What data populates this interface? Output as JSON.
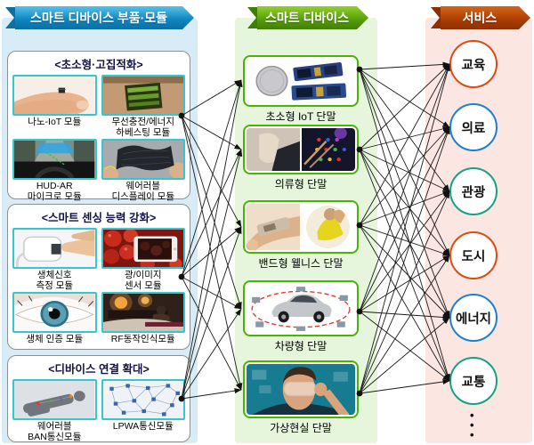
{
  "header": {
    "left": "스마트 디바이스 부품·모듈",
    "middle": "스마트 디바이스",
    "right": "서비스"
  },
  "colors": {
    "left_banner": "#0d84bc",
    "middle_banner": "#549c08",
    "right_banner": "#a83c02",
    "left_panel_bg": "#d7ecf6",
    "middle_panel_bg": "#e5f6dc",
    "right_panel_bg": "#fbe6e2",
    "device_border": "#49b406",
    "thumb_border": "#37c5ce"
  },
  "left_panel": {
    "groups": [
      {
        "title": "<초소형·고집적화>",
        "items": [
          {
            "label": "나노-IoT 모듈",
            "icon": "nano-iot-chip-on-finger"
          },
          {
            "label": "무선충전/에너지\n하베스팅 모듈",
            "icon": "wireless-charging-arm-band"
          },
          {
            "label": "HUD-AR\n마이크로 모듈",
            "icon": "car-hud-ar-view"
          },
          {
            "label": "웨어러블\n디스플레이 모듈",
            "icon": "flexible-display-hands"
          }
        ]
      },
      {
        "title": "<스마트 센싱 능력 강화>",
        "items": [
          {
            "label": "생체신호\n측정 모듈",
            "icon": "finger-biosignal-sensor"
          },
          {
            "label": "광/이미지\n센서 모듈",
            "icon": "phone-image-sensor-apples"
          },
          {
            "label": "생체 인증 모듈",
            "icon": "iris-eye-authentication"
          },
          {
            "label": "RF동작인식모듈",
            "icon": "rf-motion-bedroom"
          }
        ]
      },
      {
        "title": "<디바이스 연결 확대>",
        "items": [
          {
            "label": "웨어러블\nBAN통신모듈",
            "icon": "body-area-network"
          },
          {
            "label": "LPWA통신모듈",
            "icon": "lpwa-network-mesh"
          }
        ]
      }
    ]
  },
  "middle_panel": {
    "devices": [
      {
        "label": "초소형 IoT 단말",
        "icon": "coin-size-iot-boards"
      },
      {
        "label": "의류형 단말",
        "icon": "smart-clothing-leds"
      },
      {
        "label": "밴드형 웰니스 단말",
        "icon": "wellness-arm-band"
      },
      {
        "label": "차량형 단말",
        "icon": "connected-car"
      },
      {
        "label": "가상현실 단말",
        "icon": "vr-ar-glasses-man"
      }
    ]
  },
  "right_panel": {
    "services": [
      {
        "label": "교육",
        "color": "#dd4b0e"
      },
      {
        "label": "의료",
        "color": "#1d7fd2"
      },
      {
        "label": "관광",
        "color": "#16a185"
      },
      {
        "label": "도시",
        "color": "#dd4b0e"
      },
      {
        "label": "에너지",
        "color": "#1d7fd2"
      },
      {
        "label": "교통",
        "color": "#16a185"
      }
    ],
    "more_indicator": "•\n•\n•"
  },
  "connections": {
    "left_to_mid": [
      [
        0,
        0
      ],
      [
        0,
        1
      ],
      [
        0,
        2
      ],
      [
        0,
        3
      ],
      [
        0,
        4
      ],
      [
        1,
        0
      ],
      [
        1,
        1
      ],
      [
        1,
        2
      ],
      [
        1,
        3
      ],
      [
        1,
        4
      ],
      [
        2,
        0
      ],
      [
        2,
        1
      ],
      [
        2,
        2
      ],
      [
        2,
        3
      ],
      [
        2,
        4
      ]
    ],
    "mid_to_service": [
      [
        0,
        0
      ],
      [
        0,
        1
      ],
      [
        0,
        2
      ],
      [
        0,
        3
      ],
      [
        0,
        4
      ],
      [
        0,
        5
      ],
      [
        1,
        0
      ],
      [
        1,
        1
      ],
      [
        1,
        2
      ],
      [
        1,
        3
      ],
      [
        1,
        4
      ],
      [
        1,
        5
      ],
      [
        2,
        0
      ],
      [
        2,
        1
      ],
      [
        2,
        2
      ],
      [
        2,
        3
      ],
      [
        2,
        4
      ],
      [
        2,
        5
      ],
      [
        3,
        0
      ],
      [
        3,
        1
      ],
      [
        3,
        2
      ],
      [
        3,
        3
      ],
      [
        3,
        4
      ],
      [
        3,
        5
      ],
      [
        4,
        0
      ],
      [
        4,
        1
      ],
      [
        4,
        2
      ],
      [
        4,
        3
      ],
      [
        4,
        4
      ],
      [
        4,
        5
      ]
    ]
  }
}
